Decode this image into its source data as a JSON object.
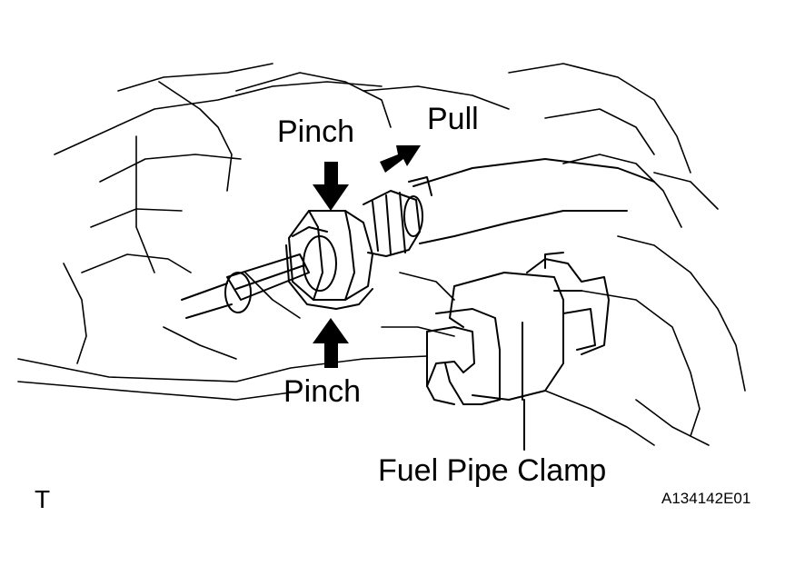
{
  "labels": {
    "pinch_top": "Pinch",
    "pull": "Pull",
    "pinch_bottom": "Pinch",
    "clamp": "Fuel Pipe Clamp",
    "view_marker": "T",
    "figure_code": "A134142E01"
  },
  "colors": {
    "line": "#000000",
    "background": "#ffffff"
  }
}
